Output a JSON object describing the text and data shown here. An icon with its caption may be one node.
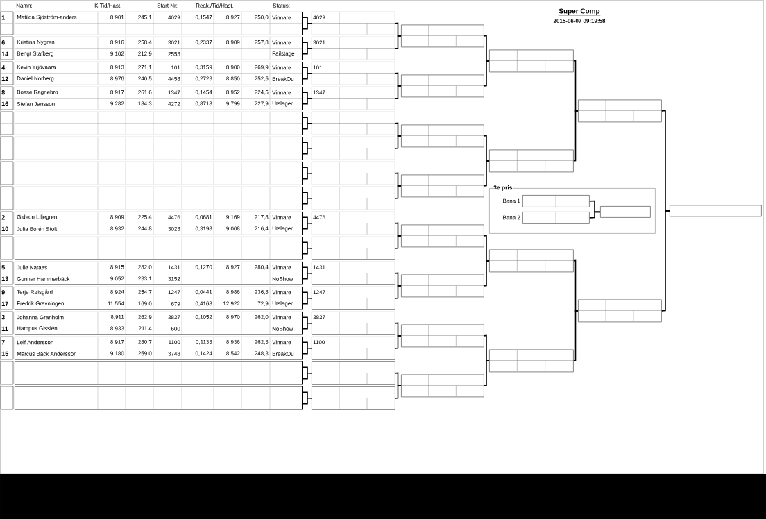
{
  "diagram": {
    "title": "Super Comp",
    "nodes": [
      {
        "text": [
          "1",
          "Matilda Sjöström-anders",
          "8,901",
          "245,1",
          "4029",
          "0,1547",
          "8,927",
          "250,0",
          "Vinnare"
        ]
      },
      {
        "text": [
          "6",
          "Kristina Nygren",
          "8,916",
          "258,4",
          "3021",
          "0,2337",
          "8,909",
          "257,8",
          "Vinnare",
          "14",
          "Bengt Stafberg",
          "9,102",
          "212,9",
          "2553",
          "Failstage"
        ]
      },
      {
        "text": [
          "4",
          "Kevin Yrjövaara",
          "8,913",
          "271,1",
          "101",
          "0,3159",
          "8,900",
          "269,9",
          "Vinnare",
          "12",
          "Daniel Norberg",
          "8,976",
          "240,5",
          "4458",
          "0,2723",
          "8,850",
          "252,5",
          "BreakOu"
        ]
      },
      {
        "text": [
          "8",
          "Bosse Ragnebro",
          "8,917",
          "261,6",
          "1347",
          "0,1454",
          "8,952",
          "224,5",
          "Vinnare",
          "16",
          "Stefan Jansson",
          "9,282",
          "184,3",
          "4272",
          "0,8718",
          "9,799",
          "227,9",
          "Utslager"
        ]
      },
      {
        "text": [],
        "shape": "box"
      },
      {
        "text": [],
        "shape": "box"
      },
      {
        "text": [],
        "shape": "box"
      },
      {
        "text": [],
        "shape": "box"
      },
      {
        "text": [
          "2",
          "Gideon Liljegren",
          "8,909",
          "225,4",
          "4476",
          "0,0681",
          "9,169",
          "217,8",
          "Vinnare",
          "10",
          "Julia Borén Stolt",
          "8,932",
          "244,8",
          "3023",
          "0,3198",
          "9,008",
          "216,4",
          "Utslager"
        ]
      },
      {
        "text": [],
        "shape": "box"
      },
      {
        "text": [
          "5",
          "Julie Nataas",
          "8,915",
          "282,0",
          "1431",
          "0,1270",
          "8,927",
          "280,4",
          "Vinnare",
          "13",
          "Gunnar Hammarbäck",
          "9,052",
          "233,1",
          "3152",
          "NoShow"
        ]
      },
      {
        "text": [
          "9",
          "Terje Røisgård",
          "8,924",
          "254,7",
          "1247",
          "0,0441",
          "8,986",
          "236,8",
          "Vinnare",
          "17",
          "Fredrik Gravningen",
          "11,554",
          "169,0",
          "679",
          "0,4168",
          "12,922",
          "72,9",
          "Utslager"
        ]
      },
      {
        "text": [
          "3",
          "Johanna Granholm",
          "8,911",
          "262,9",
          "3837",
          "0,1052",
          "8,970",
          "262,0",
          "Vinnare",
          "11",
          "Hampus Gisslén",
          "8,933",
          "211,4",
          "600",
          "NoShow"
        ]
      },
      {
        "text": [
          "7",
          "Leif Andersson",
          "8,917",
          "280,7",
          "1100",
          "0,1133",
          "8,936",
          "262,3",
          "Vinnare",
          "15",
          "Marcus Back Anderssor",
          "9,180",
          "259,0",
          "3748",
          "0,1424",
          "8,542",
          "248,3",
          "BreakOu"
        ]
      },
      {
        "text": [],
        "shape": "box"
      },
      {
        "text": [],
        "shape": "box"
      },
      {
        "text": [
          "4029"
        ]
      },
      {
        "text": [
          "3021"
        ]
      },
      {
        "text": [
          "101"
        ]
      },
      {
        "text": [
          "1347"
        ]
      },
      {
        "text": [],
        "shape": "box"
      },
      {
        "text": [],
        "shape": "box"
      },
      {
        "text": [],
        "shape": "box"
      },
      {
        "text": [],
        "shape": "box"
      },
      {
        "text": [
          "4476"
        ]
      },
      {
        "text": [],
        "shape": "box"
      },
      {
        "text": [
          "1431"
        ]
      },
      {
        "text": [
          "1247"
        ]
      },
      {
        "text": [
          "3837"
        ]
      },
      {
        "text": [
          "1100"
        ]
      },
      {
        "text": [],
        "shape": "box"
      },
      {
        "text": [],
        "shape": "box"
      },
      {
        "text": [],
        "shape": "box"
      },
      {
        "text": [],
        "shape": "box"
      },
      {
        "text": [],
        "shape": "box"
      },
      {
        "text": [],
        "shape": "box"
      },
      {
        "text": [],
        "shape": "box"
      },
      {
        "text": [],
        "shape": "box"
      },
      {
        "text": [],
        "shape": "box"
      },
      {
        "text": [],
        "shape": "box"
      },
      {
        "text": [],
        "shape": "box"
      },
      {
        "text": [],
        "shape": "box"
      },
      {
        "text": [],
        "shape": "box"
      },
      {
        "text": [],
        "shape": "box"
      },
      {
        "text": [],
        "shape": "box"
      },
      {
        "text": [],
        "shape": "box"
      },
      {
        "text": [],
        "shape": "box"
      },
      {
        "text": [
          "3e pris"
        ]
      },
      {
        "text": [],
        "shape": "box",
        "beside": [
          "Bana 1"
        ],
        "in": 47
      },
      {
        "text": [],
        "shape": "box",
        "beside": [
          "Bana 2"
        ],
        "in": 47
      },
      {
        "text": [],
        "shape": "box",
        "in": 47
      }
    ],
    "edges": [
      {
        "from": 0,
        "to": 16,
        "arrow": "none"
      },
      {
        "from": 1,
        "to": 17,
        "arrow": "none"
      },
      {
        "from": 2,
        "to": 18,
        "arrow": "none"
      },
      {
        "from": 3,
        "to": 19,
        "arrow": "none"
      },
      {
        "from": 4,
        "to": 20,
        "arrow": "none"
      },
      {
        "from": 5,
        "to": 21,
        "arrow": "none"
      },
      {
        "from": 6,
        "to": 22,
        "arrow": "none"
      },
      {
        "from": 7,
        "to": 23,
        "arrow": "none"
      },
      {
        "from": 8,
        "to": 24,
        "arrow": "none"
      },
      {
        "from": 9,
        "to": 25,
        "arrow": "none"
      },
      {
        "from": 10,
        "to": 26,
        "arrow": "none"
      },
      {
        "from": 11,
        "to": 27,
        "arrow": "none"
      },
      {
        "from": 12,
        "to": 28,
        "arrow": "none"
      },
      {
        "from": 13,
        "to": 29,
        "arrow": "none"
      },
      {
        "from": 14,
        "to": 30,
        "arrow": "none"
      },
      {
        "from": 15,
        "to": 31,
        "arrow": "none"
      },
      {
        "from": 16,
        "to": 32,
        "arrow": "none"
      },
      {
        "from": 17,
        "to": 32,
        "arrow": "none"
      },
      {
        "from": 18,
        "to": 33,
        "arrow": "none"
      },
      {
        "from": 19,
        "to": 33,
        "arrow": "none"
      },
      {
        "from": 20,
        "to": 34,
        "arrow": "none"
      },
      {
        "from": 21,
        "to": 34,
        "arrow": "none"
      },
      {
        "from": 22,
        "to": 35,
        "arrow": "none"
      },
      {
        "from": 23,
        "to": 35,
        "arrow": "none"
      },
      {
        "from": 24,
        "to": 36,
        "arrow": "none"
      },
      {
        "from": 25,
        "to": 36,
        "arrow": "none"
      },
      {
        "from": 26,
        "to": 37,
        "arrow": "none"
      },
      {
        "from": 27,
        "to": 37,
        "arrow": "none"
      },
      {
        "from": 28,
        "to": 38,
        "arrow": "none"
      },
      {
        "from": 29,
        "to": 38,
        "arrow": "none"
      },
      {
        "from": 30,
        "to": 39,
        "arrow": "none"
      },
      {
        "from": 31,
        "to": 39,
        "arrow": "none"
      },
      {
        "from": 32,
        "to": 40,
        "arrow": "none"
      },
      {
        "from": 33,
        "to": 40,
        "arrow": "none"
      },
      {
        "from": 34,
        "to": 41,
        "arrow": "none"
      },
      {
        "from": 35,
        "to": 41,
        "arrow": "none"
      },
      {
        "from": 36,
        "to": 42,
        "arrow": "none"
      },
      {
        "from": 37,
        "to": 42,
        "arrow": "none"
      },
      {
        "from": 38,
        "to": 43,
        "arrow": "none"
      },
      {
        "from": 39,
        "to": 43,
        "arrow": "none"
      },
      {
        "from": 40,
        "to": 44,
        "arrow": "none"
      },
      {
        "from": 41,
        "to": 44,
        "arrow": "none"
      },
      {
        "from": 42,
        "to": 45,
        "arrow": "none"
      },
      {
        "from": 43,
        "to": 45,
        "arrow": "none"
      },
      {
        "from": 44,
        "to": 46,
        "arrow": "none"
      },
      {
        "from": 45,
        "to": 46,
        "arrow": "none"
      },
      {
        "from": 48,
        "to": 50,
        "arrow": "none"
      },
      {
        "from": 49,
        "to": 50,
        "arrow": "none"
      }
    ],
    "labels": [
      "Namn:",
      "K.Tid/Hast.",
      "Start Nr:",
      "Reak./Tid/Hast.",
      "Status:",
      "2015-06-07 09:19:58"
    ]
  }
}
